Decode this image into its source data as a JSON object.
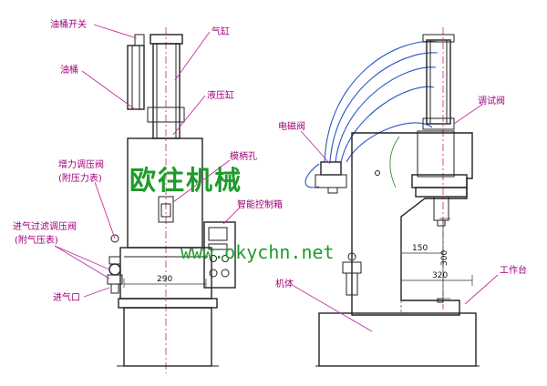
{
  "labels": {
    "oil_tank_switch": "油桶开关",
    "cylinder": "气缸",
    "oil_tank": "油桶",
    "hydraulic_cylinder": "液压缸",
    "booster_valve": "增力调压阀",
    "booster_gauge": "(附压力表)",
    "handle_hole": "模柄孔",
    "smart_box": "智能控制箱",
    "inlet_filter_valve": "进气过滤调压阀",
    "inlet_gauge": "(附气压表)",
    "air_inlet": "进气口",
    "solenoid_valve": "电磁阀",
    "test_valve": "调试阀",
    "body": "机体",
    "worktable": "工作台"
  },
  "dimensions": {
    "front_width": "290",
    "reach_150": "150",
    "height_300": "300",
    "reach_320": "320"
  },
  "watermark": {
    "brand": "欧往机械",
    "url": "www.okychn.net"
  },
  "colors": {
    "label": "#a0007a",
    "leader": "#c0309a",
    "watermark": "#1f9b2a",
    "hose": "#2a55c8"
  }
}
